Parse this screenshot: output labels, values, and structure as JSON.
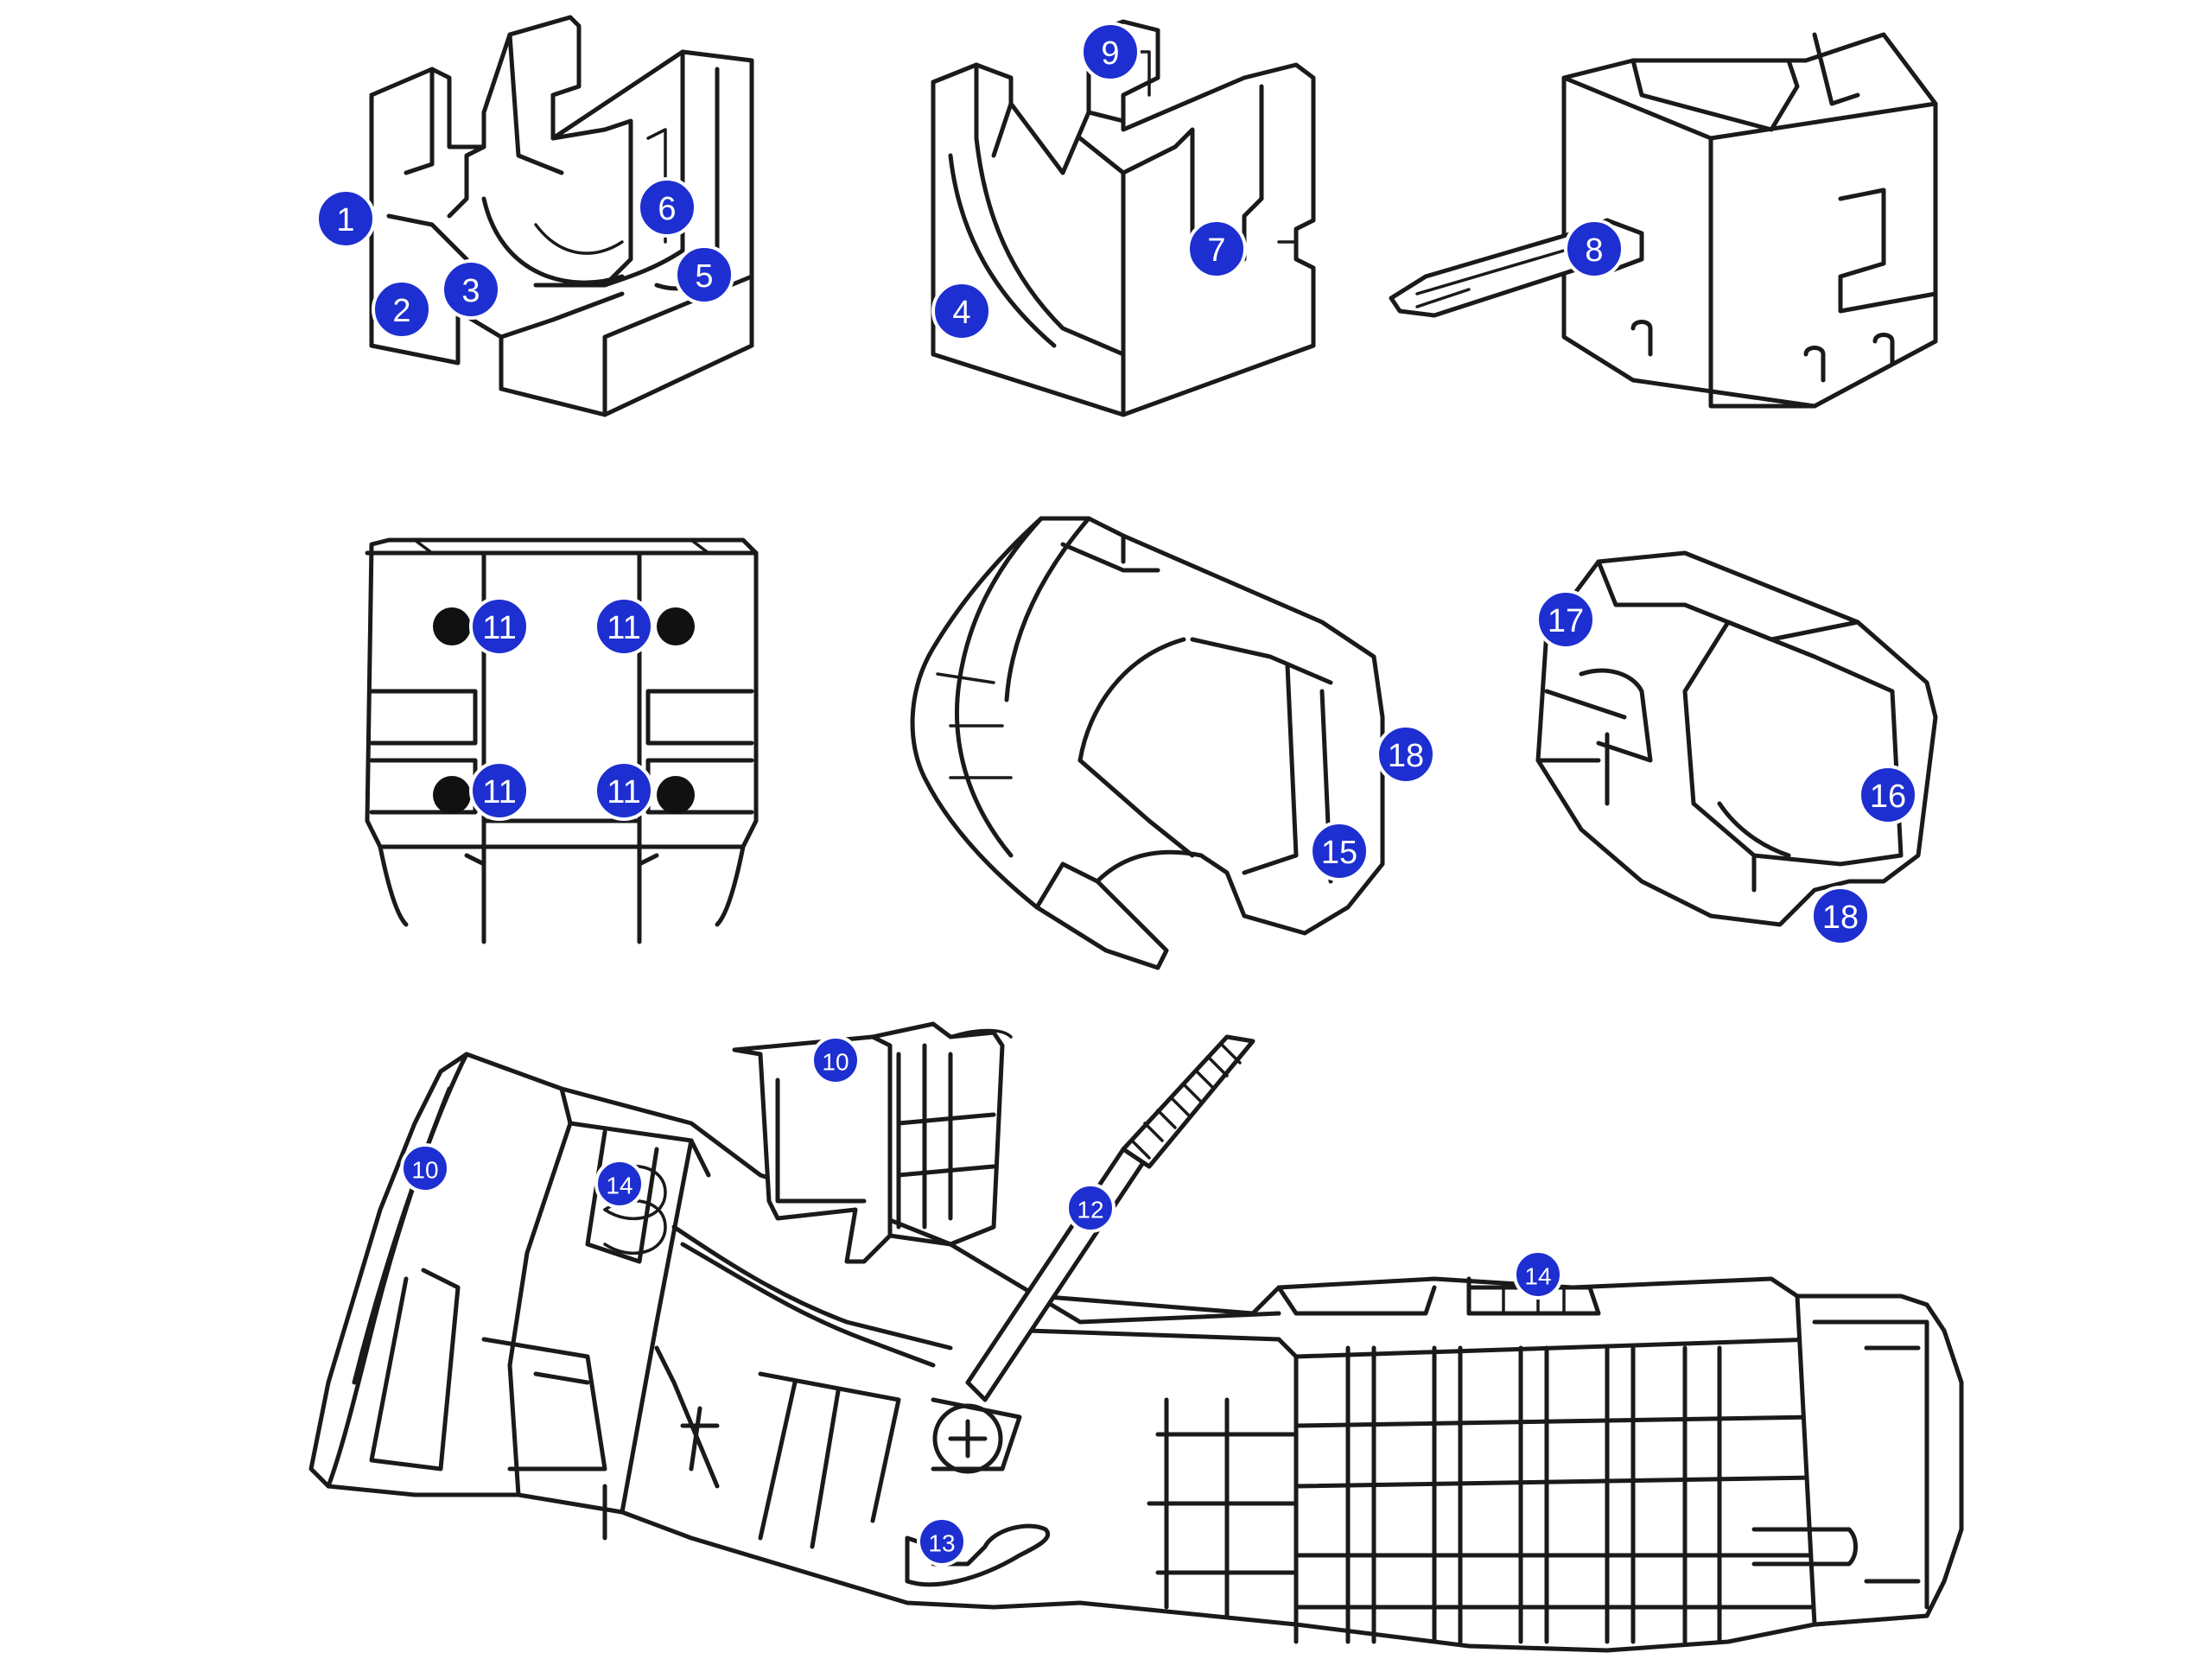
{
  "accent_color": "#1d2fd0",
  "callouts": [
    "1",
    "2",
    "3",
    "4",
    "5",
    "6",
    "7",
    "8",
    "9",
    "10",
    "10",
    "11",
    "11",
    "11",
    "11",
    "12",
    "13",
    "14",
    "14",
    "15",
    "16",
    "17",
    "18",
    "18"
  ]
}
